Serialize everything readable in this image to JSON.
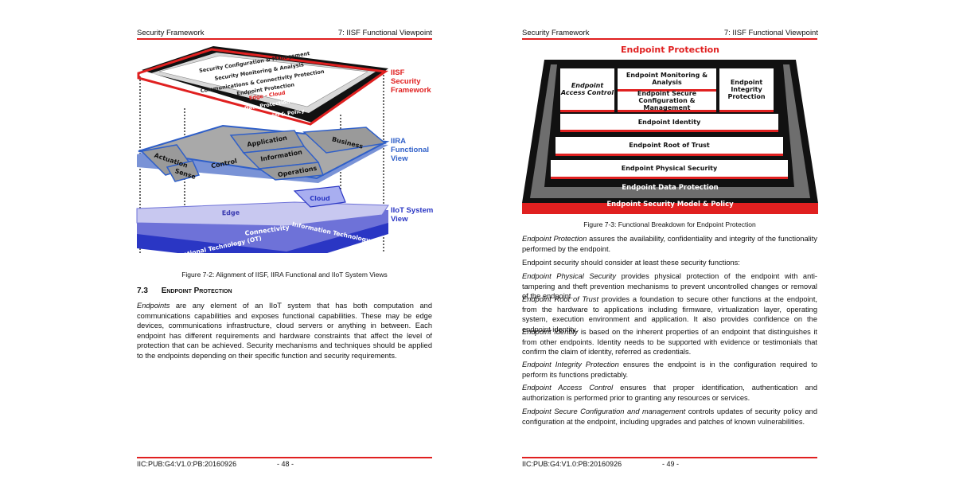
{
  "left": {
    "header_left": "Security Framework",
    "header_right": "7: IISF Functional Viewpoint",
    "diagram": {
      "iisf_layers": [
        "Security Configuration & Management",
        "Security Monitoring & Analysis",
        "Communications & Connectivity Protection",
        "Endpoint Protection"
      ],
      "edge_cloud": "Edge - Cloud",
      "data_protection": "Data Protection",
      "model_policy": "Security Model & Policy",
      "iira_blocks": {
        "actuation": "Actuation",
        "sense": "Sense",
        "control": "Control",
        "application": "Application",
        "information": "Information",
        "operations": "Operations",
        "business": "Business"
      },
      "iiot_blocks": {
        "edge": "Edge",
        "cloud": "Cloud",
        "connectivity": "Connectivity",
        "ot": "Operational Technology (OT)",
        "it": "Information Technology (IT)"
      },
      "label_iisf": "IISF Security Framework",
      "label_iira": "IIRA Functional View",
      "label_iiot": "IIoT System View"
    },
    "caption": "Figure 7-2: Alignment of IISF, IIRA Functional and IIoT System Views",
    "section_number": "7.3",
    "section_title": "Endpoint Protection",
    "para_lead": "Endpoints",
    "para_rest": " are any element of an IIoT system that has both computation and communications capabilities and exposes functional capabilities. These may be edge devices, communications infrastructure, cloud servers or anything in between. Each endpoint has different requirements and hardware constraints that affect the level of protection that can be achieved. Security mechanisms and techniques should be applied to the endpoints depending on their specific function and security requirements.",
    "footer_left": "IIC:PUB:G4:V1.0:PB:20160926",
    "footer_page": "- 48 -"
  },
  "right": {
    "header_left": "Security Framework",
    "header_right": "7: IISF Functional Viewpoint",
    "diagram": {
      "title": "Endpoint Protection",
      "access_control": "Endpoint Access Control",
      "monitoring": "Endpoint Monitoring & Analysis",
      "secure_config": "Endpoint Secure Configuration & Management",
      "integrity": "Endpoint Integrity Protection",
      "identity": "Endpoint Identity",
      "root_of_trust": "Endpoint Root of Trust",
      "physical_security": "Endpoint Physical Security",
      "data_protection": "Endpoint Data Protection",
      "model_policy": "Endpoint Security Model & Policy"
    },
    "caption": "Figure 7-3: Functional Breakdown for Endpoint Protection",
    "paragraphs": [
      {
        "lead": "Endpoint Protection",
        "rest": " assures the availability, confidentiality and integrity of the functionality performed by the endpoint."
      },
      {
        "lead": "",
        "rest": "Endpoint security should consider at least these security functions:"
      },
      {
        "lead": "Endpoint Physical Security",
        "rest": " provides physical protection of the endpoint with anti-tampering and theft prevention mechanisms to prevent uncontrolled changes or removal of the endpoint."
      },
      {
        "lead": "Endpoint Root of Trust",
        "rest": " provides a foundation to secure other functions at the endpoint, from the hardware to applications including firmware, virtualization layer, operating system, execution environment and application. It also provides confidence on the endpoint identity."
      },
      {
        "lead": "Endpoint Identity",
        "rest": " is based on the inherent properties of an endpoint that distinguishes it from other endpoints. Identity needs to be supported with evidence or testimonials that confirm the claim of identity, referred as credentials."
      },
      {
        "lead": "Endpoint Integrity Protection",
        "rest": " ensures the endpoint is in the configuration required to perform its functions predictably."
      },
      {
        "lead": "Endpoint Access Control",
        "rest": " ensures that proper identification, authentication and authorization is performed prior to granting any resources or services."
      },
      {
        "lead": "Endpoint Secure Configuration and management",
        "rest": " controls updates of security policy and configuration at the endpoint, including upgrades and patches of known vulnerabilities."
      }
    ],
    "footer_left": "IIC:PUB:G4:V1.0:PB:20160926",
    "footer_page": "- 49 -"
  },
  "colors": {
    "accent_red": "#e02020",
    "iira_blue": "#2f5fc8",
    "iiot_blue": "#2a36c4"
  }
}
